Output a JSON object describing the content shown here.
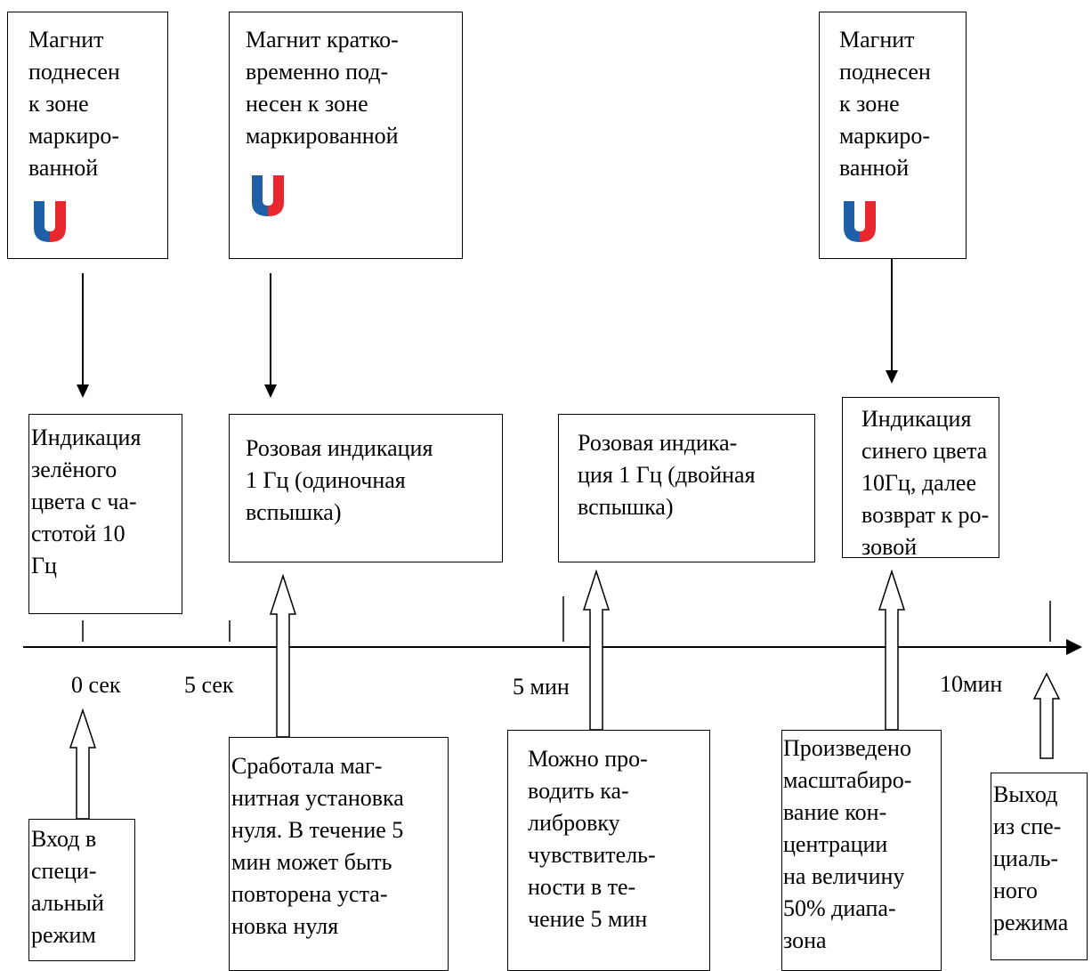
{
  "magnet_boxes": {
    "m1": "Магнит\nподнесен\nк зоне\nмаркиро-\nванной",
    "m2": "Магнит  кратко-\nвременно под-\nнесен к  зоне\nмаркированной",
    "m3": "Магнит\nподнесен\nк зоне\nмаркиро-\nванной"
  },
  "indication_boxes": {
    "i1": "Индикация\nзелёного\nцвета с ча-\nстотой 10\nГц",
    "i2": "Розовая индикация\n1 Гц (одиночная\nвспышка)",
    "i3": "Розовая индика-\nция 1 Гц (двойная\nвспышка)",
    "i4": "Индикация\nсинего цвета\n10Гц, далее\nвозврат к ро-\nзовой"
  },
  "timeline_labels": {
    "t0": "0 сек",
    "t1": "5 сек",
    "t2": "5 мин",
    "t3": "10мин"
  },
  "event_boxes": {
    "e1": "Вход в\nспеци-\nальный\nрежим",
    "e2": "Сработала маг-\nнитная установка\nнуля. В течение 5\nмин может быть\nповторена уста-\nновка нуля",
    "e3": "Можно про-\nводить ка-\nлибровку\nчувствитель-\nности в те-\nчение 5 мин",
    "e4": "Произведено\nмасштабиро-\nвание кон-\nцентрации\nна величину\n50% диапа-\nзона",
    "e5": "Выход\nиз спе-\nциаль-\nного\nрежима"
  },
  "colors": {
    "magnet_blue": "#1f5fa8",
    "magnet_red": "#e8282e",
    "line": "#000000"
  },
  "icons": [
    "magnet-icon",
    "arrow-down-icon",
    "hollow-arrow-up-icon",
    "arrow-right-icon"
  ]
}
